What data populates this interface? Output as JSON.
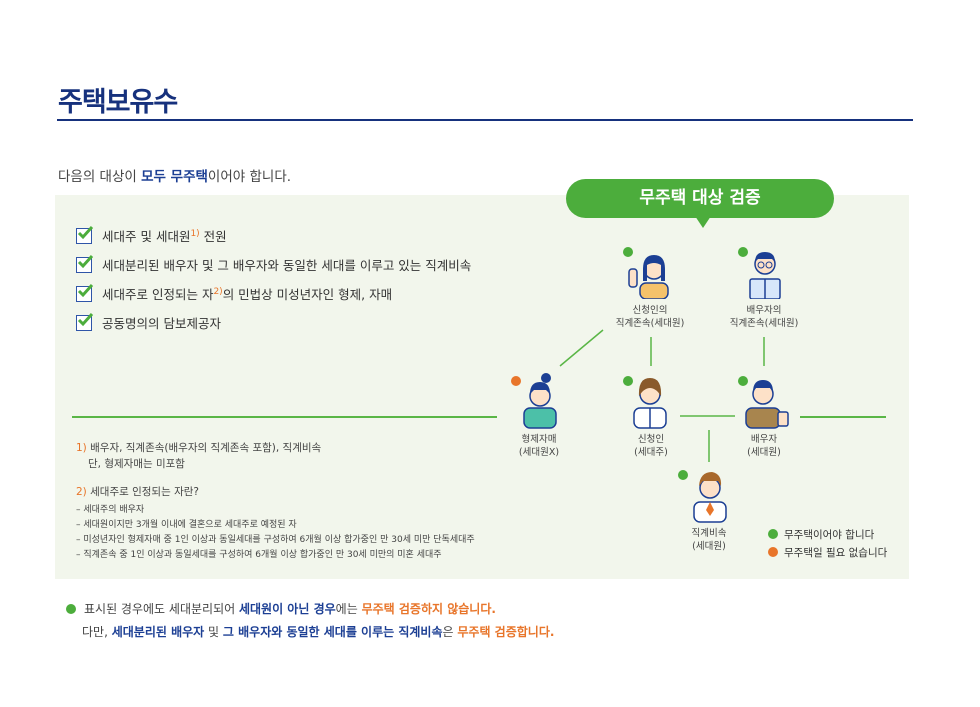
{
  "title": "주택보유수",
  "intro": {
    "pre": "다음의 대상이 ",
    "emph": "모두 무주택",
    "post": "이어야 합니다."
  },
  "badge": "무주택 대상 검증",
  "checklist": [
    {
      "text": "세대주 및 세대원",
      "sup": "1)",
      "after": " 전원"
    },
    {
      "text": "세대분리된 배우자 및 그 배우자와 동일한 세대를 이루고 있는 직계비속",
      "sup": "",
      "after": ""
    },
    {
      "text": "세대주로 인정되는 자",
      "sup": "2)",
      "after": "의 민법상 미성년자인 형제, 자매"
    },
    {
      "text": "공동명의의 담보제공자",
      "sup": "",
      "after": ""
    }
  ],
  "footnote1": {
    "num": "1)",
    "line1": " 배우자, 직계존속(배우자의 직계존속 포함), 직계비속",
    "line2": "단, 형제자매는 미포함"
  },
  "footnote2": {
    "num": "2)",
    "title": " 세대주로 인정되는 자란?",
    "items": [
      "– 세대주의 배우자",
      "– 세대원이지만 3개월 이내에 결혼으로 세대주로 예정된 자",
      "– 미성년자인 형제자매 중 1인 이상과 동일세대를 구성하여 6개월 이상 합가중인 만 30세 미만 단독세대주",
      "– 직계존속 중 1인 이상과 동일세대를 구성하여 6개월 이상 합가중인 만 30세 미만의 미혼 세대주"
    ]
  },
  "people": {
    "applicant_parent": {
      "line1": "신청인의",
      "line2": "직계존속(세대원)"
    },
    "spouse_parent": {
      "line1": "배우자의",
      "line2": "직계존속(세대원)"
    },
    "sibling": {
      "line1": "형제자매",
      "line2": "(세대원X)"
    },
    "applicant": {
      "line1": "신청인",
      "line2": "(세대주)"
    },
    "spouse": {
      "line1": "배우자",
      "line2": "(세대원)"
    },
    "child": {
      "line1": "직계비속",
      "line2": "(세대원)"
    }
  },
  "legend": {
    "green": "무주택이어야 합니다",
    "orange": "무주택일 필요 없습니다"
  },
  "colors": {
    "navy": "#16317d",
    "green": "#4cad3c",
    "orange": "#e8752a",
    "panel": "#f2f6ec"
  },
  "note1": {
    "pre": "표시된 경우에도 세대분리되어 ",
    "blue": "세대원이 아닌 경우",
    "mid": "에는 ",
    "orange": "무주택 검증하지 않습니다."
  },
  "note2": {
    "pre": "다만, ",
    "b1": "세대분리된 배우자",
    "m1": " 및 ",
    "b2": "그 배우자와 동일한 세대를 이루는 직계비속",
    "m2": "은 ",
    "orange": "무주택 검증합니다."
  }
}
